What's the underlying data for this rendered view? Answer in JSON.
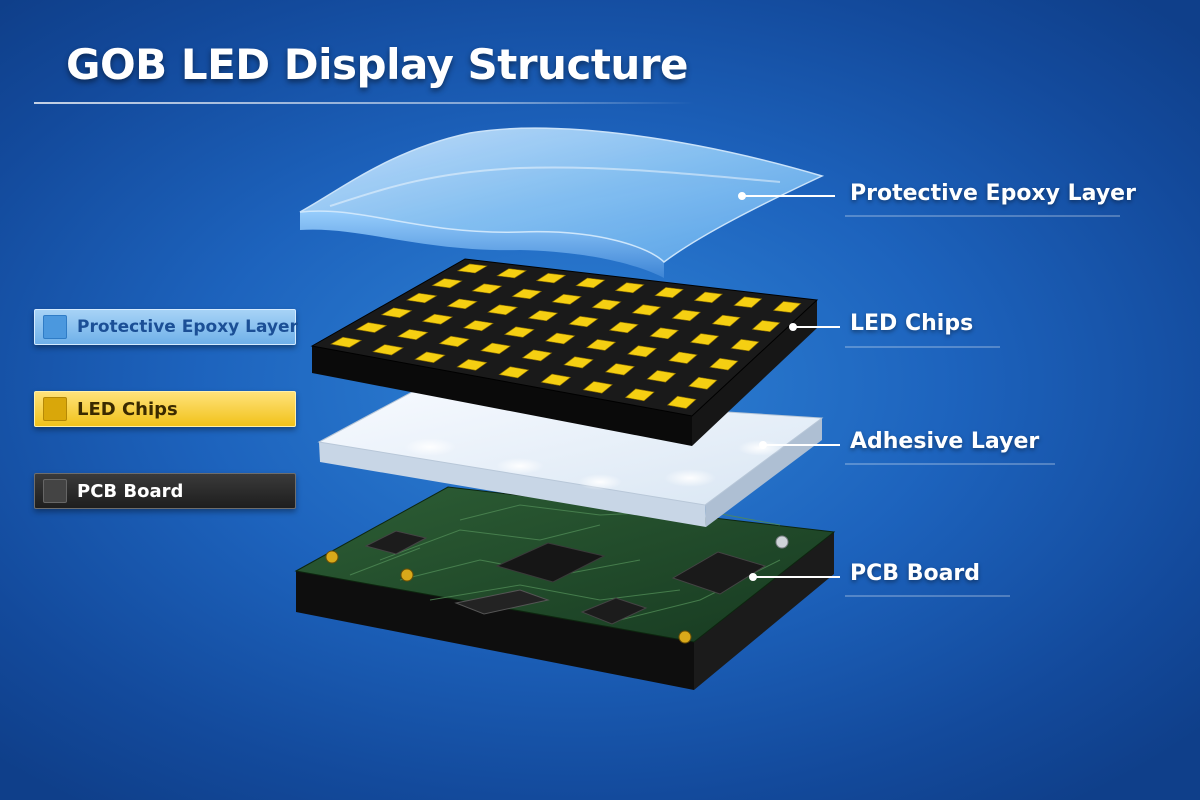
{
  "title": "GOB LED Display Structure",
  "legend": [
    {
      "label": "Protective Epoxy Layer",
      "color": "#6fb0e9"
    },
    {
      "label": "LED Chips",
      "color": "#f1c21a"
    },
    {
      "label": "PCB Board",
      "color": "#1e1e1e"
    }
  ],
  "callouts": {
    "epoxy": "Protective Epoxy Layer",
    "chips": "LED Chips",
    "adhesive": "Adhesive Layer",
    "pcb": "PCB Board"
  },
  "colors": {
    "background": "#1d63bd",
    "epoxy": "#8cc6f5",
    "chip": "#f5cf12",
    "chip_board": "#1a1a1a",
    "adhesive": "#eef3f8",
    "pcb": "#1f4a2a"
  }
}
